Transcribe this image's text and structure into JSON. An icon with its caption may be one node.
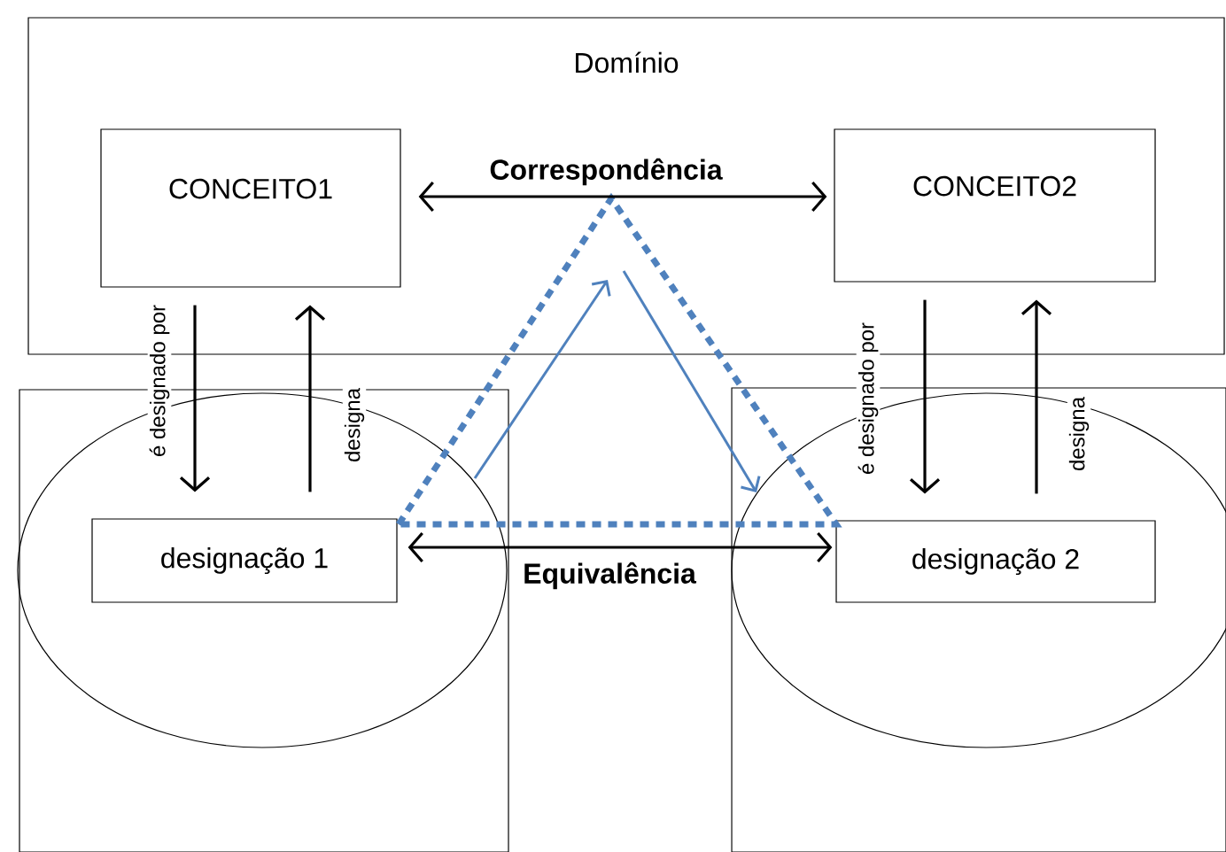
{
  "diagram": {
    "nodes": [
      {
        "text": [
          "Domínio"
        ]
      },
      {
        "text": [
          "CONCEITO1"
        ],
        "in": 0
      },
      {
        "text": [
          "CONCEITO2"
        ],
        "in": 0
      },
      {
        "text": [],
        "shape": "box"
      },
      {
        "text": [],
        "shape": "ellipse",
        "in": 3
      },
      {
        "text": [
          "designação 1"
        ],
        "in": 4
      },
      {
        "text": [],
        "shape": "box"
      },
      {
        "text": [],
        "shape": "ellipse",
        "in": 6
      },
      {
        "text": [
          "designação 2"
        ],
        "in": 7
      }
    ],
    "edges": [
      {
        "from": 1,
        "to": 2,
        "arrow": "both",
        "label": "Correspondência"
      },
      {
        "from": 5,
        "to": 8,
        "arrow": "both",
        "label": "Equivalência"
      },
      {
        "from": 1,
        "to": 5,
        "arrow": "to",
        "label": "é designado por"
      },
      {
        "from": 5,
        "to": 1,
        "arrow": "to",
        "label": "designa"
      },
      {
        "from": 2,
        "to": 8,
        "arrow": "to",
        "label": "é designado por"
      },
      {
        "from": 8,
        "to": 2,
        "arrow": "to",
        "label": "designa"
      }
    ]
  }
}
